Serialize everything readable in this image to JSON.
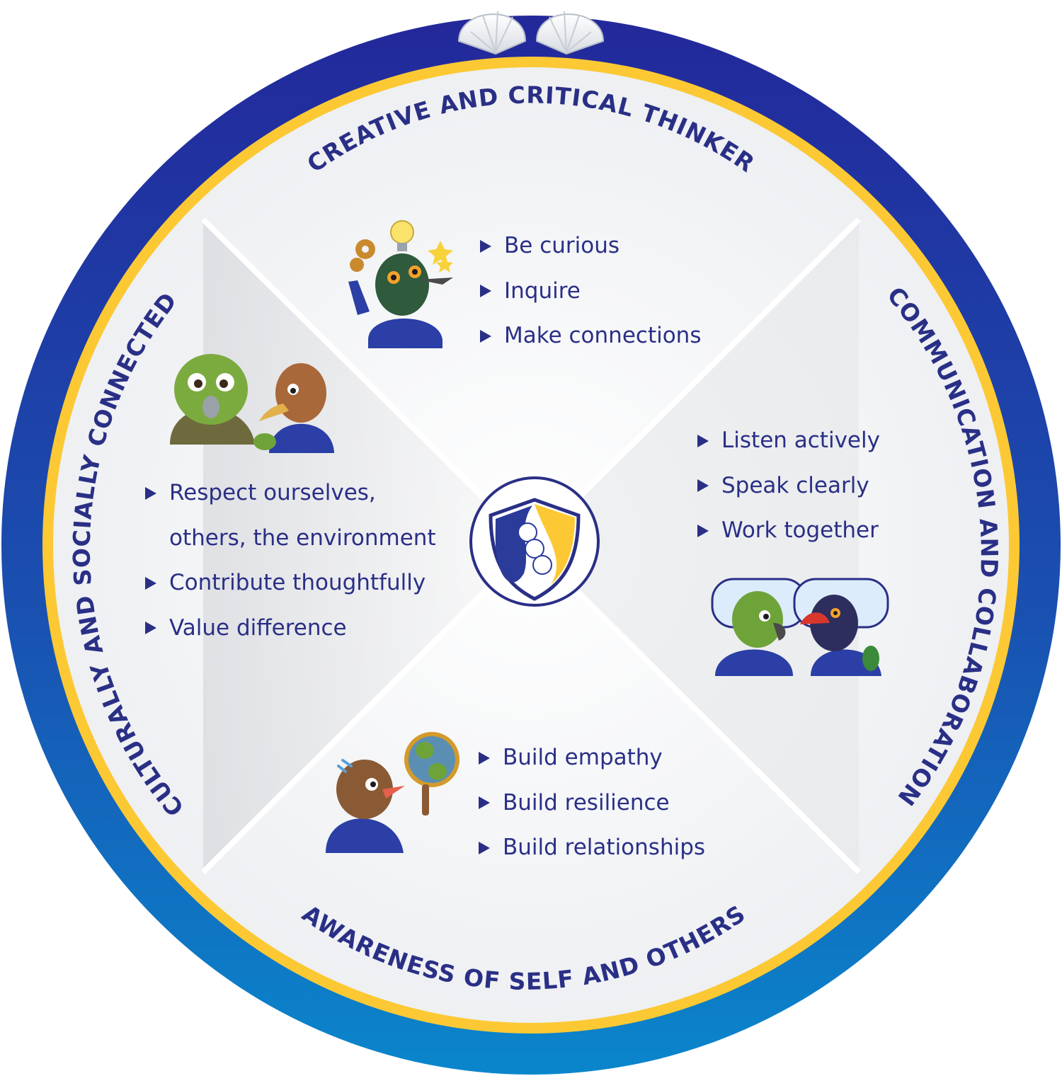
{
  "colors": {
    "outer_ring_top": "#23289a",
    "outer_ring_bottom": "#0a86cc",
    "gold_ring": "#fcc934",
    "text": "#2a2f86",
    "face": "#f1f2f4"
  },
  "sections": {
    "top": {
      "title": "CREATIVE AND CRITICAL THINKER",
      "items": [
        "Be curious",
        "Inquire",
        "Make connections"
      ],
      "illustration": "thinking-bird-mascot-icon"
    },
    "right": {
      "title": "COMMUNICATION AND COLLABORATION",
      "items": [
        "Listen actively",
        "Speak clearly",
        "Work together"
      ],
      "illustration": "talking-birds-mascot-icon"
    },
    "bottom": {
      "title": "AWARENESS OF SELF AND OTHERS",
      "items": [
        "Build empathy",
        "Build resilience",
        "Build relationships"
      ],
      "illustration": "mirror-bird-mascot-icon"
    },
    "left": {
      "title": "CULTURALLY AND SOCIALLY CONNECTED",
      "items": [
        "Respect ourselves,",
        "others, the environment",
        "Contribute thoughtfully",
        "Value difference"
      ],
      "illustration": "handshake-birds-mascot-icon"
    }
  },
  "center": {
    "emblem": "shell-shield-emblem-icon"
  },
  "top_decoration": "twin-shells-icon"
}
